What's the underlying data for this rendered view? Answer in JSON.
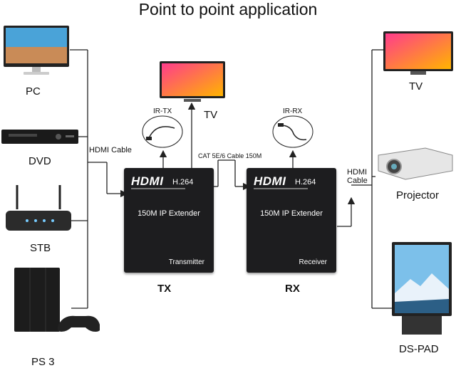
{
  "title": "Point to point application",
  "sources": {
    "pc": "PC",
    "dvd": "DVD",
    "stb": "STB",
    "ps3": "PS 3"
  },
  "cable_left": "HDMI Cable",
  "cable_mid": "CAT 5E/6 Cable 150M",
  "cable_right": "HDMI\nCable",
  "transmitter": {
    "brand": "HDMI",
    "codec": "H.264",
    "model": "150M IP Extender",
    "role": "Transmitter",
    "caption": "TX",
    "ir_label": "IR-TX",
    "tv_label": "TV"
  },
  "receiver": {
    "brand": "HDMI",
    "codec": "H.264",
    "model": "150M IP Extender",
    "role": "Receiver",
    "caption": "RX",
    "ir_label": "IR-RX"
  },
  "sinks": {
    "tv": "TV",
    "projector": "Projector",
    "dspad": "DS-PAD"
  },
  "colors": {
    "box": "#1d1d1f",
    "line": "#222222",
    "screen_top": "#ff3c8c",
    "screen_bottom": "#ffb400"
  }
}
